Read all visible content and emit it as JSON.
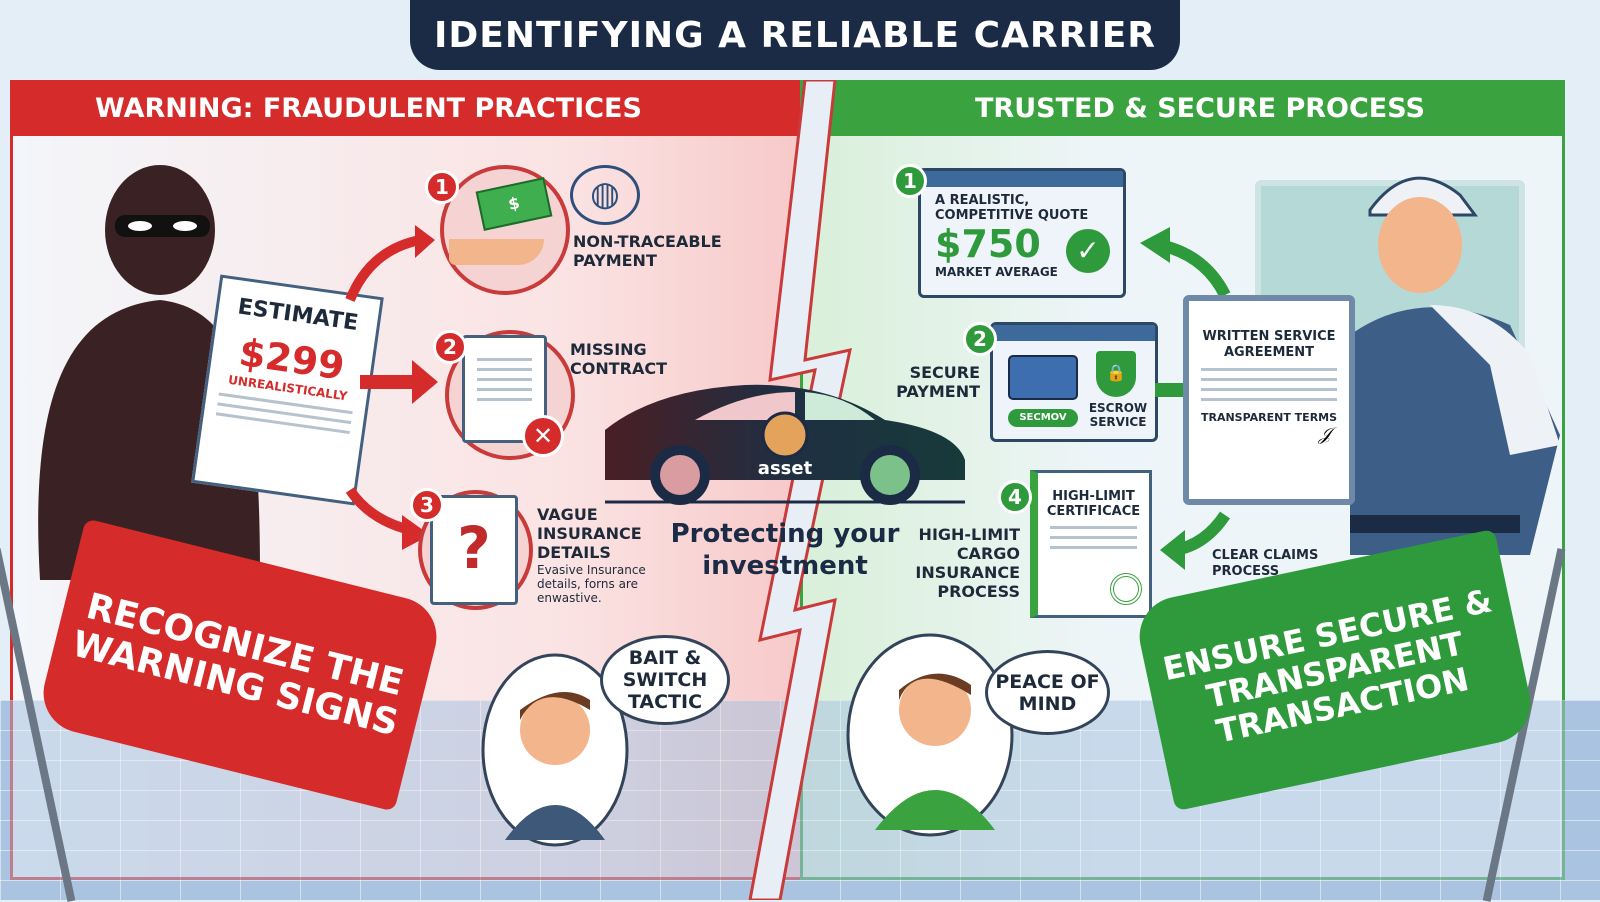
{
  "title": "IDENTIFYING A RELIABLE CARRIER",
  "left": {
    "header": "WARNING: FRAUDULENT PRACTICES",
    "estimate": {
      "title": "ESTIMATE",
      "price": "$299",
      "note": "UNREALISTICALLY"
    },
    "items": [
      {
        "num": "1",
        "label": "NON-TRACEABLE PAYMENT"
      },
      {
        "num": "2",
        "label": "MISSING CONTRACT"
      },
      {
        "num": "3",
        "label": "VAGUE INSURANCE DETAILS",
        "desc": "Evasive Insurance details, forns are enwastive."
      }
    ],
    "flag": "RECOGNIZE THE WARNING SIGNS",
    "thought": "BAIT & SWITCH TACTIC"
  },
  "center": {
    "car_label": "asset",
    "caption": "Protecting your investment"
  },
  "right": {
    "header": "TRUSTED & SECURE PROCESS",
    "quote": {
      "num": "1",
      "title": "A REALISTIC, COMPETITIVE QUOTE",
      "price": "$750",
      "note": "MARKET AVERAGE"
    },
    "payment": {
      "num": "2",
      "label": "SECURE PAYMENT",
      "button": "SECMOV",
      "escrow": "ESCROW SERVICE"
    },
    "agreement": {
      "title": "WRITTEN SERVICE AGREEMENT",
      "terms": "TRANSPARENT TERMS"
    },
    "certificate": {
      "num": "4",
      "title": "HIGH-LIMIT CERTIFICACE",
      "label": "HIGH-LIMIT CARGO INSURANCE PROCESS"
    },
    "claims": "CLEAR CLAIMS PROCESS",
    "thought": "PEACE OF MIND",
    "flag": "ENSURE SECURE & TRANSPARENT TRANSACTION"
  },
  "colors": {
    "red": "#d62b2b",
    "green": "#3aa33f",
    "navy": "#1c2b45"
  }
}
